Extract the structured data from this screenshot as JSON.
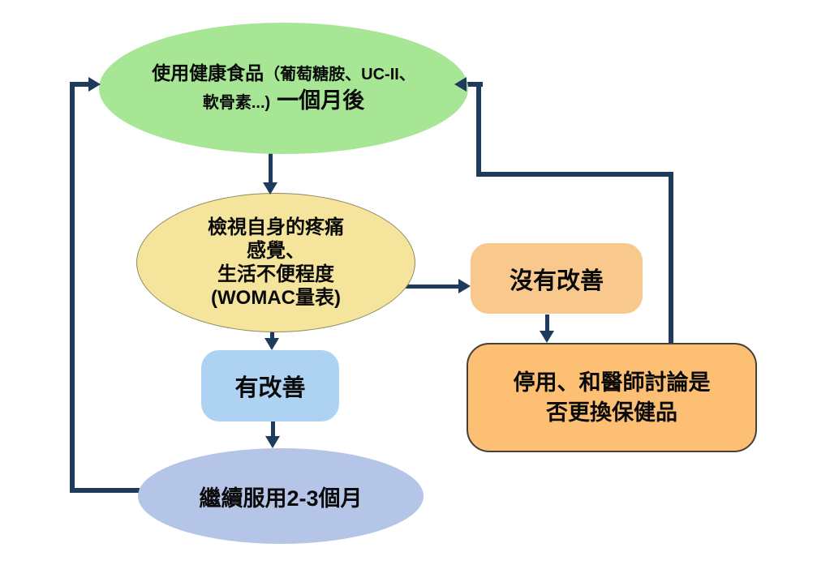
{
  "diagram": {
    "kind": "flowchart",
    "language": "zh-TW",
    "colors": {
      "arrow": "#1e3a5c",
      "text": "#0a0a0a",
      "background": "#ffffff",
      "start_fill": "#a6e694",
      "assess_fill": "#f4e49c",
      "assess_border": "#8e8a62",
      "no_improvement_fill": "#f9c88d",
      "stop_fill": "#fcbf74",
      "stop_border": "#44403a",
      "improvement_fill": "#aed3f2",
      "continue_fill": "#b4c5e8"
    },
    "nodes": {
      "start": {
        "shape": "ellipse",
        "line1_main": "使用健康食品",
        "line1_note": "（葡萄糖胺、UC-II、",
        "line2_note": "軟骨素...)",
        "line2_main": "一個月後"
      },
      "assess": {
        "shape": "ellipse",
        "lines": [
          "檢視自身的疼痛",
          "感覺、",
          "生活不便程度",
          "(WOMAC量表)"
        ]
      },
      "no_improvement": {
        "shape": "rounded-rect",
        "label": "沒有改善"
      },
      "stop_discuss": {
        "shape": "rounded-rect",
        "lines": [
          "停用、和醫師討論是",
          "否更換保健品"
        ]
      },
      "improvement": {
        "shape": "rounded-rect",
        "label": "有改善"
      },
      "continue": {
        "shape": "ellipse",
        "label": "繼續服用2-3個月"
      }
    },
    "edges": [
      {
        "from": "start",
        "to": "assess"
      },
      {
        "from": "assess",
        "to": "no_improvement"
      },
      {
        "from": "no_improvement",
        "to": "stop_discuss"
      },
      {
        "from": "assess",
        "to": "improvement"
      },
      {
        "from": "improvement",
        "to": "continue"
      },
      {
        "from": "continue",
        "to": "start",
        "type": "loop-left"
      },
      {
        "from": "stop_discuss",
        "to": "start",
        "type": "loop-right"
      }
    ]
  }
}
